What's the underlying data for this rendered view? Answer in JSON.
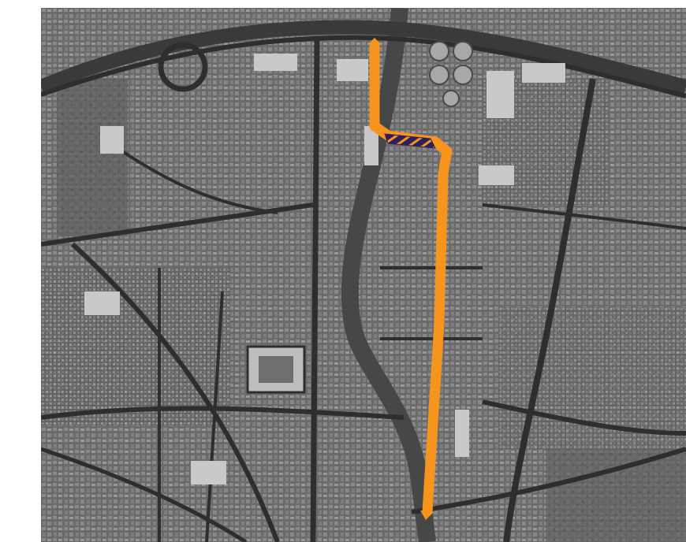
{
  "map": {
    "imagery": "grayscale-aerial",
    "colors": {
      "route": "#f7941d",
      "crossing": "#2e1f5e",
      "crossing_stripe": "#f7941d",
      "background": "#ffffff",
      "roads": "#2e2e2e",
      "ring_road": "#3a3a3a",
      "river": "#474747"
    },
    "features": {
      "route_line": "proposed-route",
      "crossing_bridge": "river-crossing",
      "stadium": "stadium",
      "roundabout": "roundabout",
      "water_treatment": "water-treatment-tanks"
    }
  }
}
